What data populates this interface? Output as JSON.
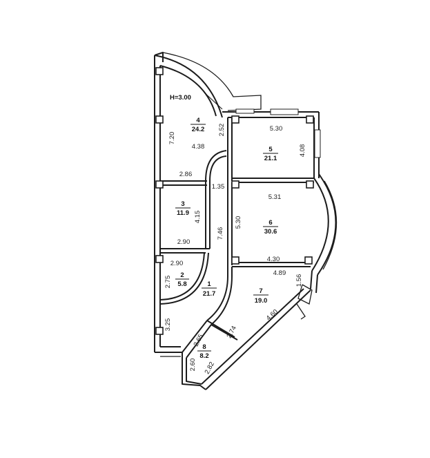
{
  "ceiling_height": "H=3.00",
  "rooms": [
    {
      "number": "1",
      "area": "21.7"
    },
    {
      "number": "2",
      "area": "5.8"
    },
    {
      "number": "3",
      "area": "11.9"
    },
    {
      "number": "4",
      "area": "24.2"
    },
    {
      "number": "5",
      "area": "21.1"
    },
    {
      "number": "6",
      "area": "30.6"
    },
    {
      "number": "7",
      "area": "19.0"
    },
    {
      "number": "8",
      "area": "8.2"
    }
  ],
  "dimensions": {
    "r4_left": "7.20",
    "r4_inner": "4.38",
    "r4_right": "2.52",
    "r4_bottom": "2.86",
    "r5_top": "5.30",
    "r5_right": "4.08",
    "corridor_top": "1.35",
    "r6_top": "5.31",
    "r6_left": "5.30",
    "r6_bottom": "4.30",
    "r3_right": "4.15",
    "r3_bottom": "2.90",
    "corridor_len": "7.46",
    "r2_top": "2.90",
    "r2_left": "2.75",
    "r7_top": "4.89",
    "r7_right": "1.56",
    "r7_diag": "4.60",
    "r7_inner": "2.74",
    "hall_left": "3.25",
    "r8_inner": "2.65",
    "r8_left": "2.60",
    "r8_bottom": "2.82"
  }
}
